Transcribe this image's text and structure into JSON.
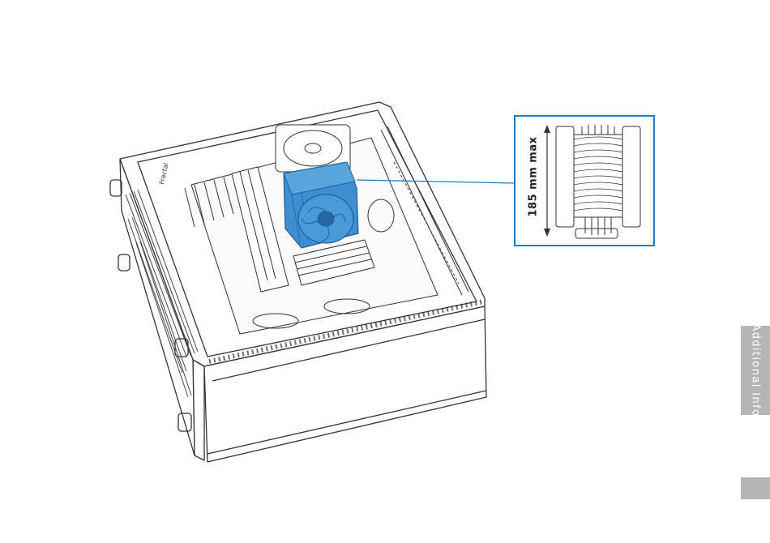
{
  "callout": {
    "dimension_label": "185 mm max",
    "accent_color": "#1b7fc2"
  },
  "side_tab": {
    "label": "Additional Info",
    "color": "#b5b5b5"
  },
  "case_brand": "Fractal",
  "colors": {
    "line": "#333333",
    "highlight_fill": "#3d8fd1",
    "highlight_dark": "#2667a6"
  }
}
